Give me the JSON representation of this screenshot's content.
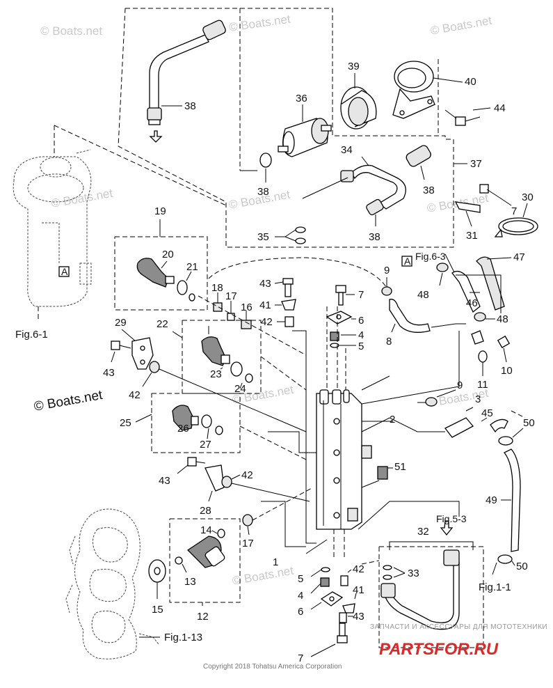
{
  "watermarks": [
    "© Boats.net",
    "© Boats.net",
    "© Boats.net",
    "© Boats.net",
    "© Boats.net",
    "© Boats.net",
    "© Boats.net",
    "© Boats.net",
    "© Boats.net"
  ],
  "watermark_main": "© Boats.net",
  "copyright": "Copyright 2018 Tohatsu America Corporation",
  "brand": {
    "name": "PARTSFOR.RU",
    "tagline": "ЗАПЧАСТИ И АКСЕССУАРЫ ДЛЯ МОТОТЕХНИКИ"
  },
  "fig_refs": {
    "fig_6_1": "Fig.6-1",
    "fig_6_3": "Fig.6-3",
    "fig_5_3": "Fig.5-3",
    "fig_1_1": "Fig.1-1",
    "fig_1_13": "Fig.1-13",
    "box_a_left": "A",
    "box_a_right": "A"
  },
  "callouts": [
    "38",
    "36",
    "39",
    "40",
    "44",
    "38",
    "34",
    "37",
    "38",
    "38",
    "35",
    "30",
    "7",
    "31",
    "19",
    "20",
    "21",
    "18",
    "17",
    "16",
    "43",
    "41",
    "42",
    "7",
    "6",
    "4",
    "5",
    "9",
    "8",
    "47",
    "48",
    "46",
    "48",
    "10",
    "11",
    "29",
    "22",
    "43",
    "23",
    "24",
    "42",
    "9",
    "3",
    "45",
    "50",
    "2",
    "25",
    "26",
    "27",
    "51",
    "49",
    "43",
    "42",
    "28",
    "14",
    "17",
    "13",
    "15",
    "12",
    "32",
    "33",
    "5",
    "42",
    "4",
    "41",
    "6",
    "43",
    "7",
    "1",
    "50"
  ]
}
